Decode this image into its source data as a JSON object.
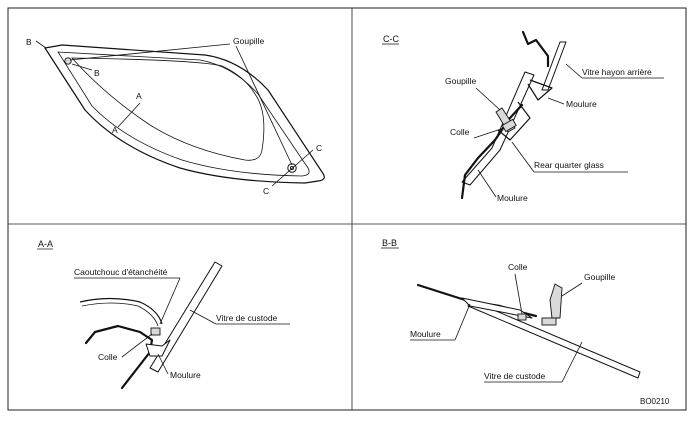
{
  "overview": {
    "label_goupille": "Goupille",
    "marker_b": "B",
    "marker_a": "A",
    "marker_c": "C"
  },
  "section_cc": {
    "title": "C-C",
    "label_vitre_hayon": "Vitre hayon arrière",
    "label_goupille": "Goupille",
    "label_moulure_top": "Moulure",
    "label_colle": "Colle",
    "label_rear_quarter": "Rear quarter glass",
    "label_moulure_bottom": "Moulure"
  },
  "section_aa": {
    "title": "A-A",
    "label_caoutchouc": "Caoutchouc d'étanchéité",
    "label_vitre_custode": "Vitre de custode",
    "label_colle": "Colle",
    "label_moulure": "Moulure"
  },
  "section_bb": {
    "title": "B-B",
    "label_colle": "Colle",
    "label_goupille": "Goupille",
    "label_moulure": "Moulure",
    "label_vitre_custode": "Vitre de custode"
  },
  "figure_code": "BO0210"
}
